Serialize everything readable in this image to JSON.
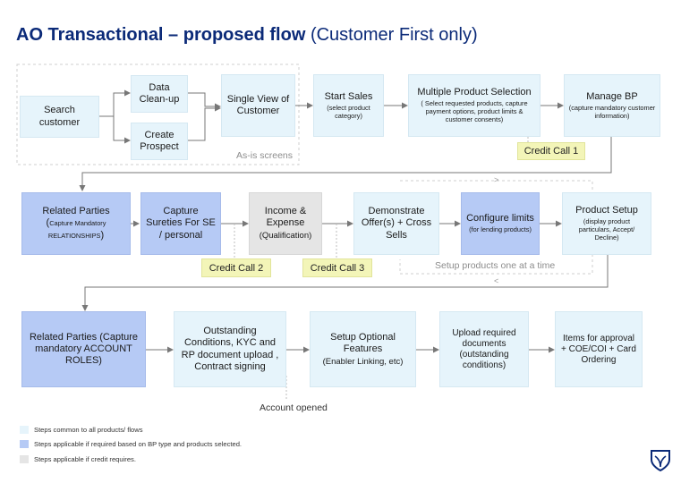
{
  "title": {
    "bold": "AO Transactional – proposed flow",
    "normal": "(Customer First only)"
  },
  "steps": {
    "search": {
      "label": "Search customer"
    },
    "cleanup": {
      "label": "Data Clean-up"
    },
    "prospect": {
      "label": "Create Prospect"
    },
    "single_view": {
      "label": "Single View of Customer"
    },
    "start_sales": {
      "label": "Start Sales",
      "detail": "(select product category)"
    },
    "multi_product": {
      "label": "Multiple Product Selection",
      "detail": "( Select requested products, capture payment options, product limits & customer  consents)"
    },
    "manage_bp": {
      "label": "Manage BP",
      "detail": "(capture mandatory customer information)"
    },
    "related_parties_1": {
      "label": "Related Parties",
      "prefix": "(",
      "detail": "Capture Mandatory RELATIONSHIPS",
      "suffix": ")"
    },
    "sureties": {
      "label": "Capture Sureties For SE / personal"
    },
    "income": {
      "label": "Income & Expense",
      "detail": "(Qualification)"
    },
    "demonstrate": {
      "label": "Demonstrate Offer(s) + Cross Sells"
    },
    "limits": {
      "label": "Configure limits",
      "detail": "(for lending products)"
    },
    "product_setup": {
      "label": "Product Setup",
      "detail": "(display product particulars, Accept/ Decline)"
    },
    "related_parties_2": {
      "label": "Related Parties (Capture mandatory ACCOUNT ROLES)"
    },
    "outstanding": {
      "label": "Outstanding Conditions, KYC and RP document upload , Contract signing"
    },
    "optional": {
      "label": "Setup Optional Features",
      "detail": "(Enabler Linking, etc)"
    },
    "upload": {
      "label": "Upload required documents (outstanding conditions)"
    },
    "approval": {
      "label": "Items for approval + COE/COI + Card Ordering"
    }
  },
  "callouts": {
    "cc1": "Credit Call 1",
    "cc2": "Credit Call 2",
    "cc3": "Credit Call 3"
  },
  "notes": {
    "as_is": "As-is screens",
    "setup_one": "Setup products one at a time",
    "account_opened": "Account opened",
    "chev_right": ">",
    "chev_left": "<"
  },
  "legend": [
    {
      "color": "#e6f4fb",
      "text": "Steps common to all products/ flows"
    },
    {
      "color": "#b6caf5",
      "text": "Steps applicable if required based on BP type and products selected."
    },
    {
      "color": "#e5e5e5",
      "text": "Steps applicable if credit requires."
    }
  ],
  "logo": {
    "icon": "shield-logo-icon",
    "color": "#0b2a78"
  }
}
